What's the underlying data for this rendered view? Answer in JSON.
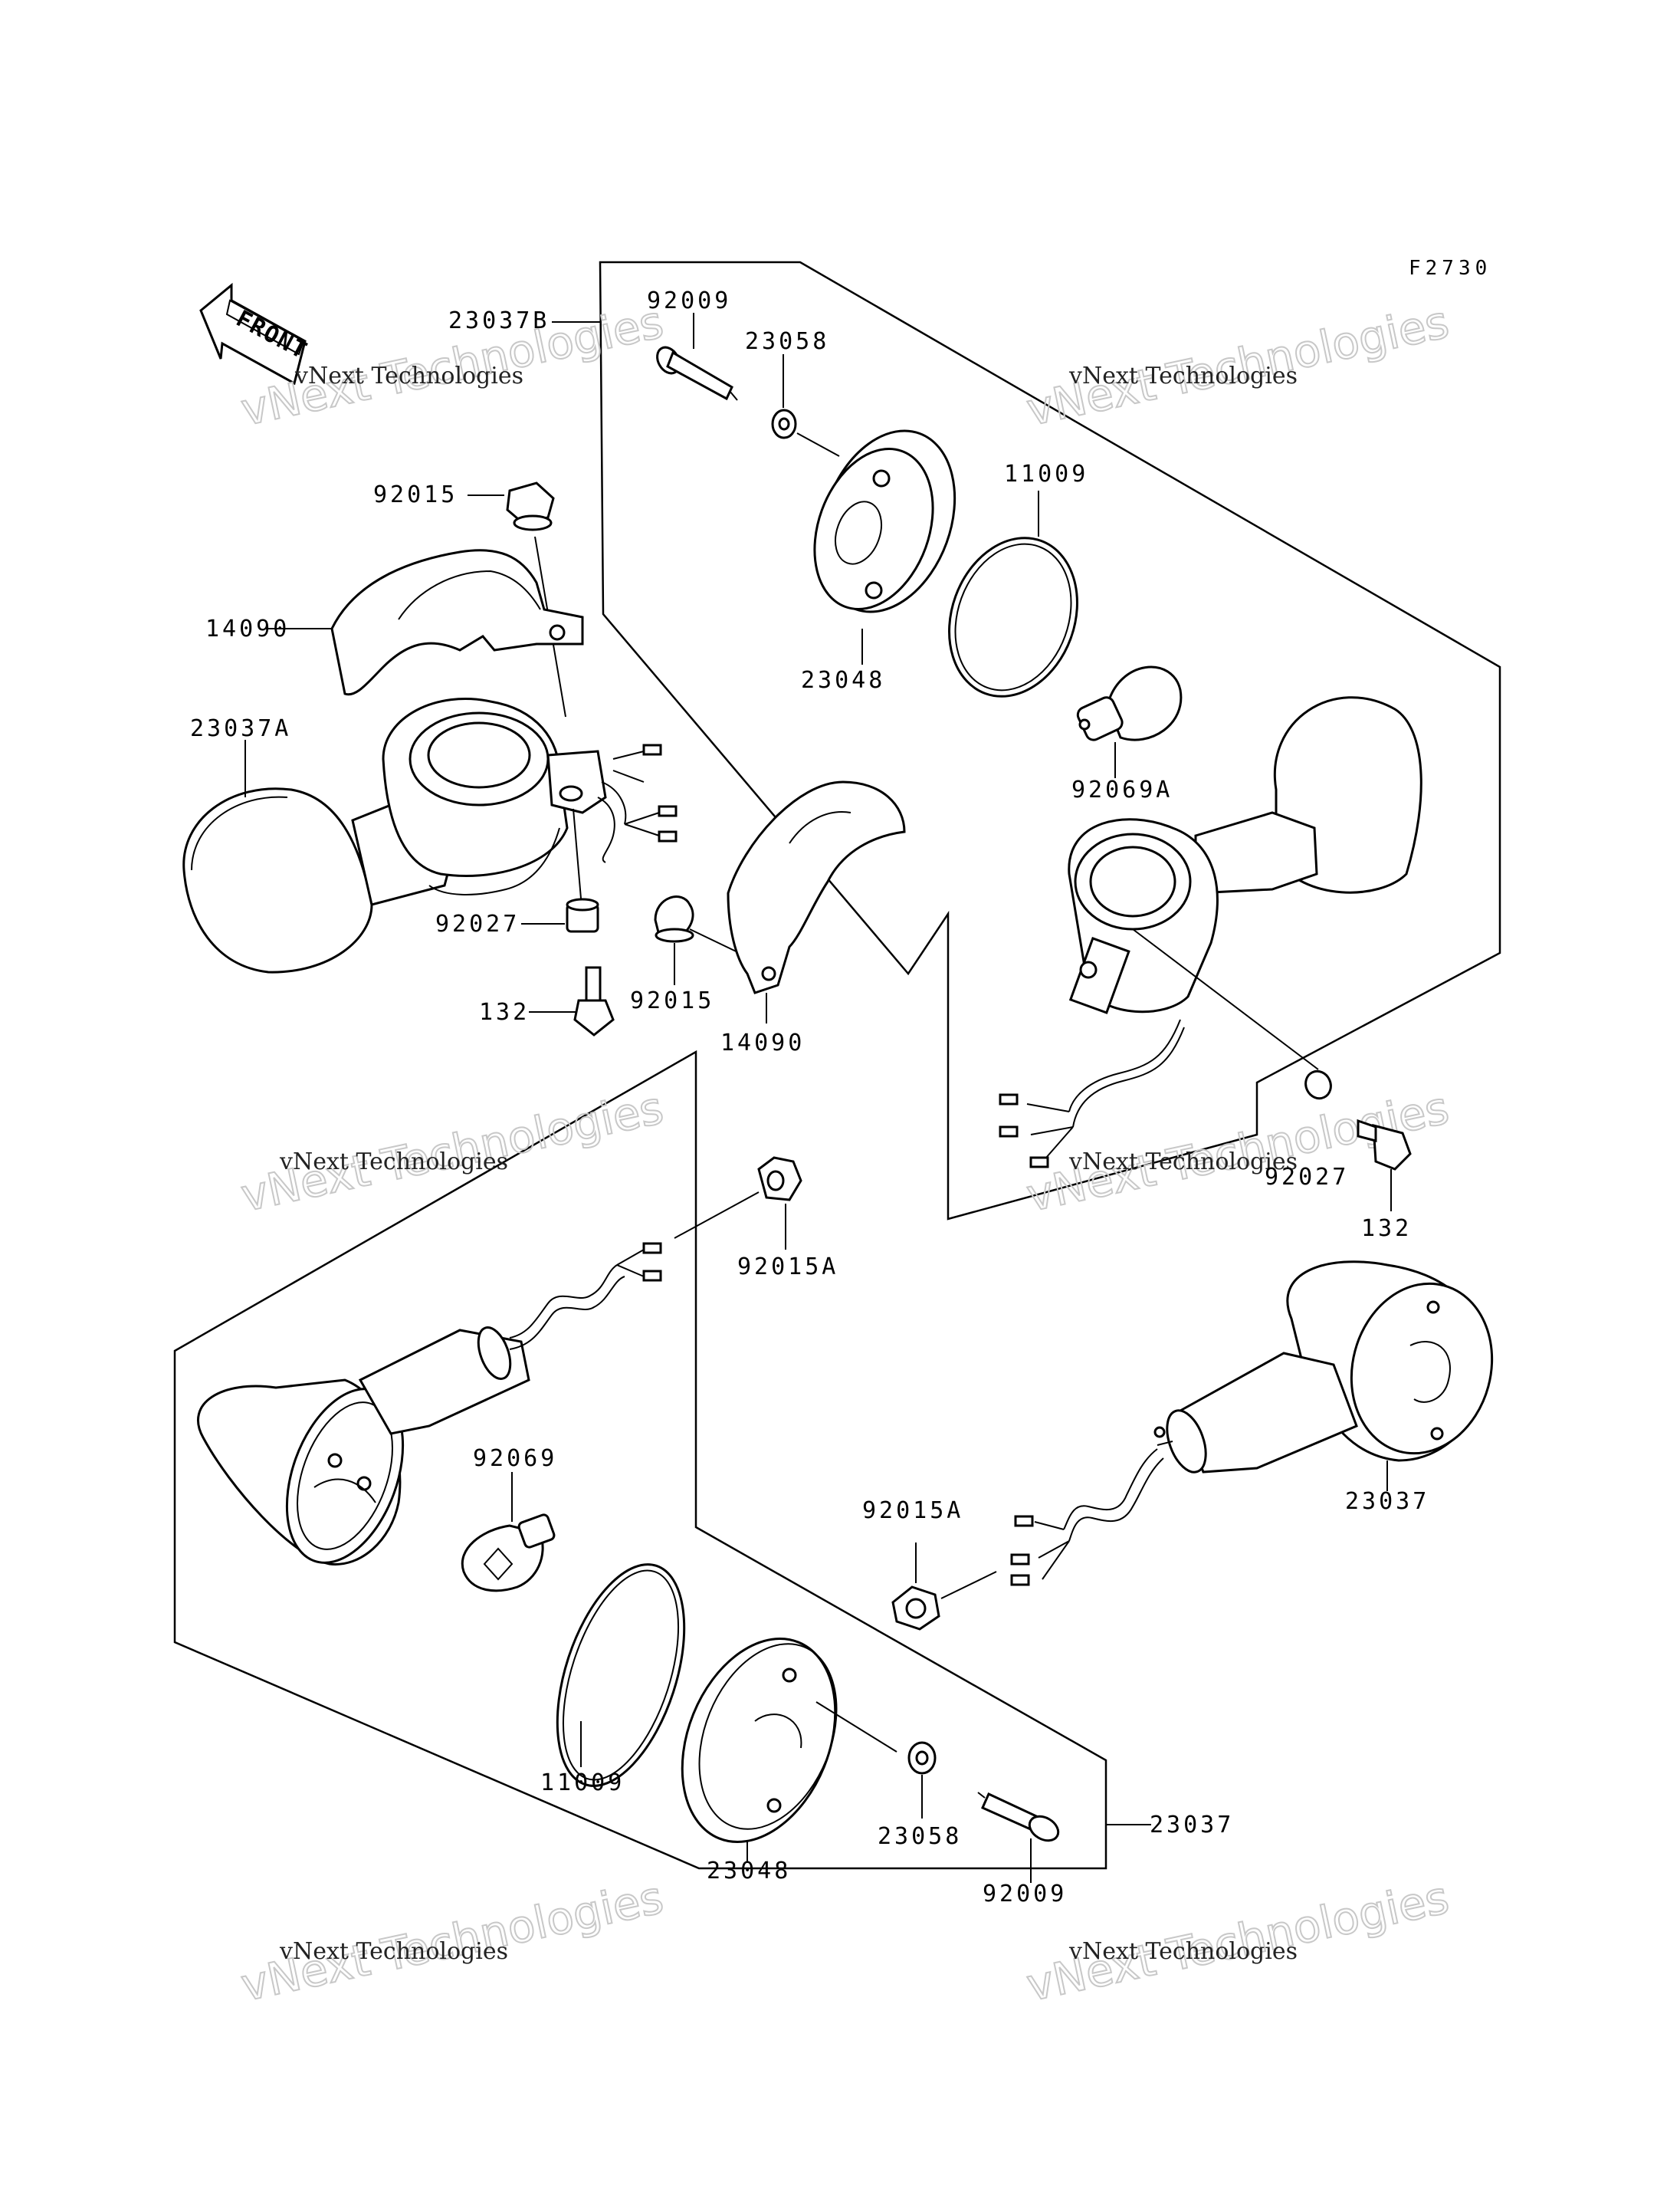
{
  "sheet_code": "F2730",
  "front_label": "FRONT",
  "watermark": {
    "line1": "vNext Technologies",
    "line2": "vNext Technologies"
  },
  "labels": {
    "p92009_top": "92009",
    "p23058_top": "23058",
    "p23037B": "23037B",
    "p11009_top": "11009",
    "p92015_top": "92015",
    "p14090_left": "14090",
    "p23048_top": "23048",
    "p23037A": "23037A",
    "p92069A": "92069A",
    "p92027_left": "92027",
    "p92015_mid": "92015",
    "p132_left": "132",
    "p14090_mid": "14090",
    "p92027_right": "92027",
    "p132_right": "132",
    "p92015A_top": "92015A",
    "p92069": "92069",
    "p23037_right": "23037",
    "p92015A_bottom": "92015A",
    "p11009_bottom": "11009",
    "p23058_bottom": "23058",
    "p23037_bottom": "23037",
    "p23048_bottom": "23048",
    "p92009_bottom": "92009"
  }
}
